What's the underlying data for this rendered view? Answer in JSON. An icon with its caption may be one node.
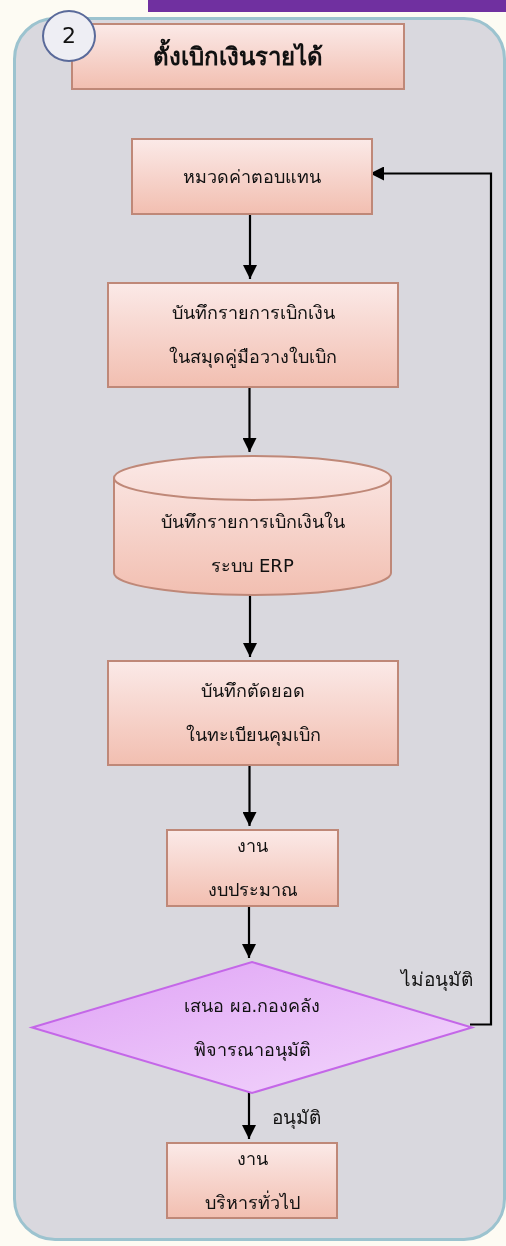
{
  "diagram": {
    "nodes": [
      {
        "text": [],
        "shape": "box"
      },
      {
        "text": [
          "2"
        ]
      },
      {
        "text": [
          "ตั้งเบิกเงินรายได้"
        ],
        "in": 0
      },
      {
        "text": [
          "หมวดค่าตอบแทน"
        ],
        "in": 0
      },
      {
        "text": [
          "บันทึกรายการเบิกเงิน ในสมุดคู่มือวางใบเบิก"
        ],
        "in": 0
      },
      {
        "text": [
          "บันทึกรายการเบิกเงินใน ระบบ ERP"
        ],
        "in": 0
      },
      {
        "text": [
          "บันทึกตัดยอด ในทะเบียนคุมเบิก"
        ],
        "in": 0
      },
      {
        "text": [
          "งาน งบประมาณ"
        ],
        "in": 0
      },
      {
        "text": [
          "เสนอ ผอ.กองคลัง พิจารณาอนุมัติ"
        ],
        "in": 0
      },
      {
        "text": [
          "งาน บริหารทั่วไป"
        ],
        "in": 0
      }
    ],
    "edges": [
      {
        "from": 3,
        "to": 4,
        "arrow": "to"
      },
      {
        "from": 4,
        "to": 5,
        "arrow": "to"
      },
      {
        "from": 5,
        "to": 6,
        "arrow": "to"
      },
      {
        "from": 6,
        "to": 7,
        "arrow": "to"
      },
      {
        "from": 7,
        "to": 8,
        "arrow": "to"
      },
      {
        "from": 8,
        "to": 9,
        "arrow": "to",
        "label": "อนุมัติ"
      },
      {
        "from": 8,
        "to": 3,
        "arrow": "to",
        "label": "ไม่อนุมัติ"
      }
    ]
  }
}
